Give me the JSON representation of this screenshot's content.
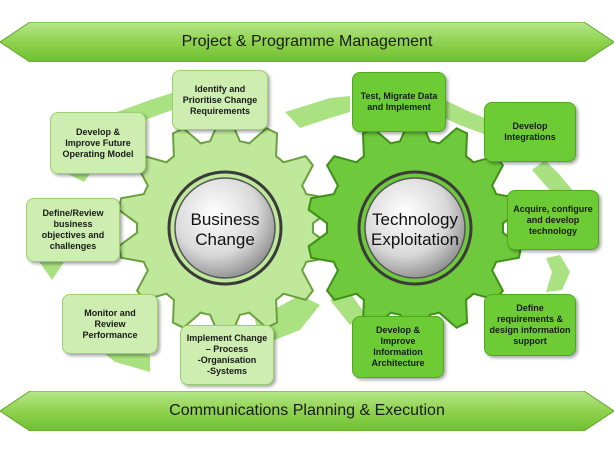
{
  "banners": {
    "top": "Project & Programme Management",
    "bottom": "Communications Planning & Execution"
  },
  "gears": {
    "business": "Business\nChange",
    "technology": "Technology\nExploitation"
  },
  "boxes": {
    "identify": "Identify and\nPrioritise Change\nRequirements",
    "develop_model": "Develop &\nImprove Future\nOperating Model",
    "define_review": "Define/Review\nbusiness\nobjectives and\nchallenges",
    "monitor": "Monitor and\nReview\nPerformance",
    "implement": "Implement Change\n– Process\n-Organisation\n-Systems",
    "test_migrate": "Test, Migrate Data\nand Implement",
    "integrations": "Develop\nIntegrations",
    "acquire": "Acquire, configure\nand develop\ntechnology",
    "define_requirements": "Define\nrequirements &\ndesign information\nsupport",
    "info_arch": "Develop &\nImprove\nInformation\nArchitecture"
  },
  "colors": {
    "light_green": "#cdeeb0",
    "dark_green": "#6dcc35",
    "banner_green": "#8fd24f"
  }
}
